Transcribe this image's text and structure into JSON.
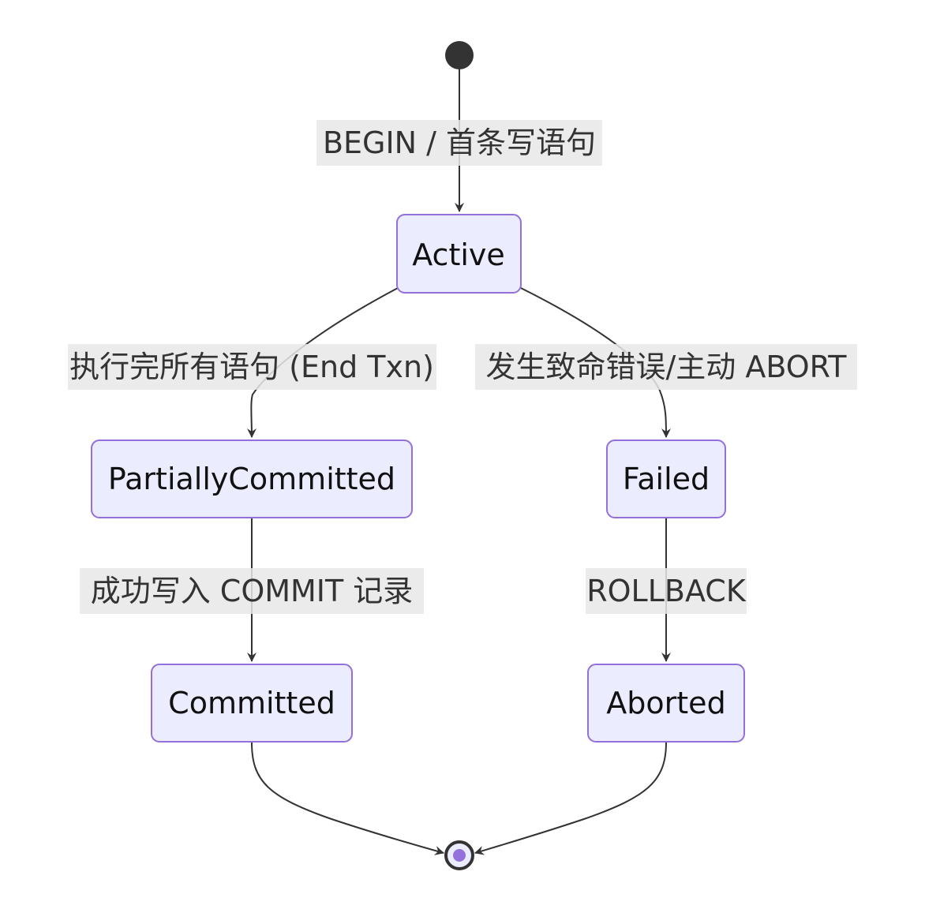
{
  "diagram": {
    "type": "state-diagram",
    "colors": {
      "node_fill": "#ECECFF",
      "node_border": "#9370DB",
      "edge": "#333333",
      "label_bg": "#E8E8E8",
      "start_marker": "#333333",
      "end_inner": "#9370DB"
    },
    "states": {
      "active": "Active",
      "partially_committed": "PartiallyCommitted",
      "failed": "Failed",
      "committed": "Committed",
      "aborted": "Aborted"
    },
    "transitions": {
      "begin": "BEGIN / 首条写语句",
      "end_txn": "执行完所有语句 (End Txn)",
      "abort": "发生致命错误/主动 ABORT",
      "commit_record": "成功写入 COMMIT 记录",
      "rollback": "ROLLBACK"
    }
  }
}
